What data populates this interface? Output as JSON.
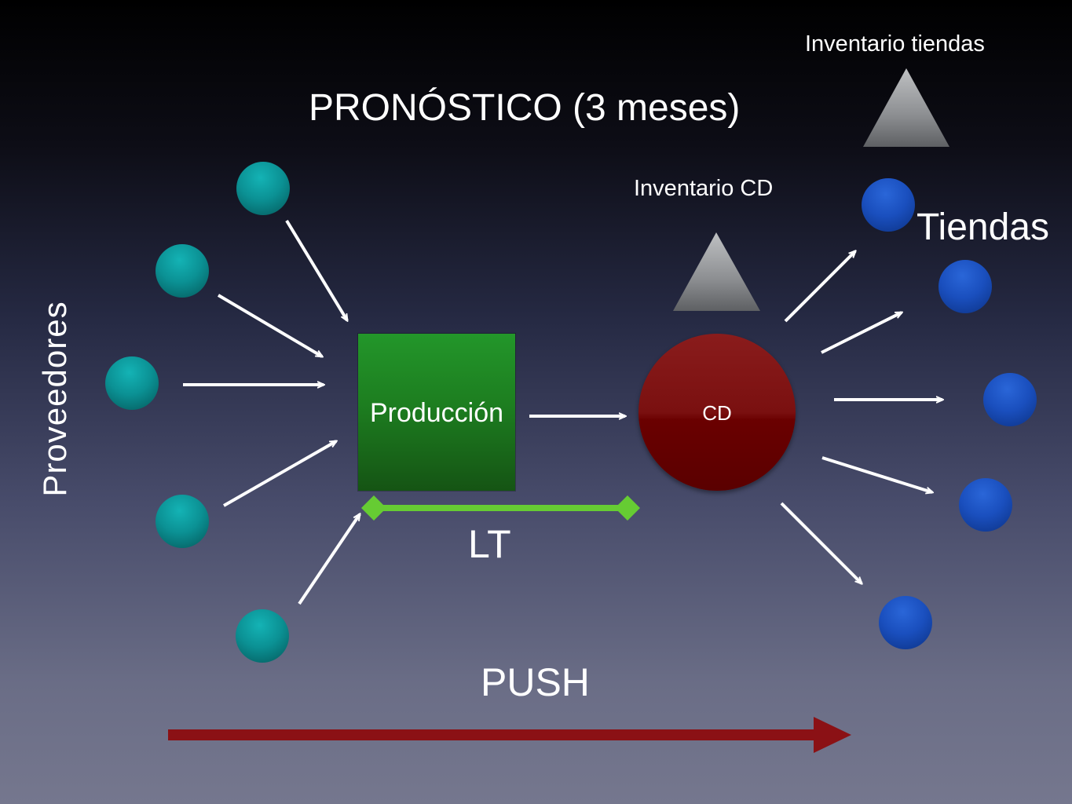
{
  "title": "PRONÓSTICO (3 meses)",
  "labels": {
    "inventario_tiendas": "Inventario  tiendas",
    "inventario_cd": "Inventario  CD",
    "tiendas": "Tiendas",
    "proveedores": "Proveedores",
    "produccion": "Producción",
    "cd": "CD",
    "lt": "LT",
    "push": "PUSH"
  },
  "colors": {
    "supplier_node": "#0e9a9c",
    "store_node": "#1d4fc0",
    "produccion_box": "#1f8a22",
    "cd_node": "#7a0f0f",
    "lt_bar": "#66cc33",
    "push_arrow": "#8b1115",
    "inventory_triangle": "#8a8c8e",
    "flow_arrow": "#ffffff"
  }
}
